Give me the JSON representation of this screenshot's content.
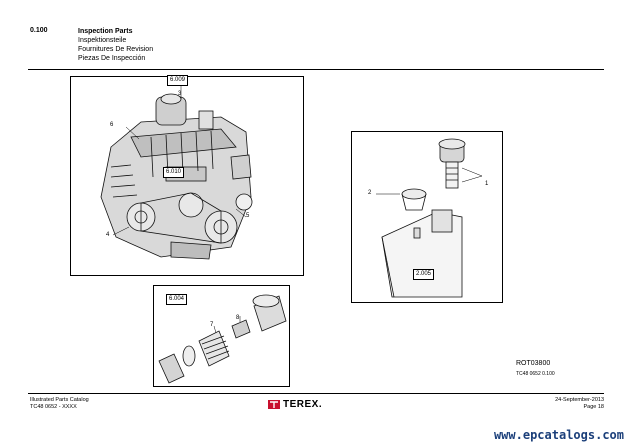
{
  "header": {
    "section_number": "0.100",
    "titles": [
      "Inspection Parts",
      "Inspektionsteile",
      "Fournitures De Revision",
      "Piezas De Inspección"
    ]
  },
  "figures": {
    "engine": {
      "callout_top": "6.009",
      "callout_mid": "6.010",
      "labels": [
        "3",
        "6",
        "5",
        "4"
      ]
    },
    "tank": {
      "callout": "2.005",
      "labels": [
        "1",
        "2"
      ]
    },
    "filter": {
      "callout": "6.004",
      "labels": [
        "7",
        "8"
      ]
    },
    "reference_code": "ROT03800",
    "reference_sub": "TC48 0652 0.100"
  },
  "footer": {
    "catalog_title": "Illustrated Parts Catalog",
    "model_code": "TC48 0652 - XXXX",
    "brand": "TEREX.",
    "date": "24-September-2013",
    "page": "Page 18"
  },
  "watermark": "www.epcatalogs.com"
}
